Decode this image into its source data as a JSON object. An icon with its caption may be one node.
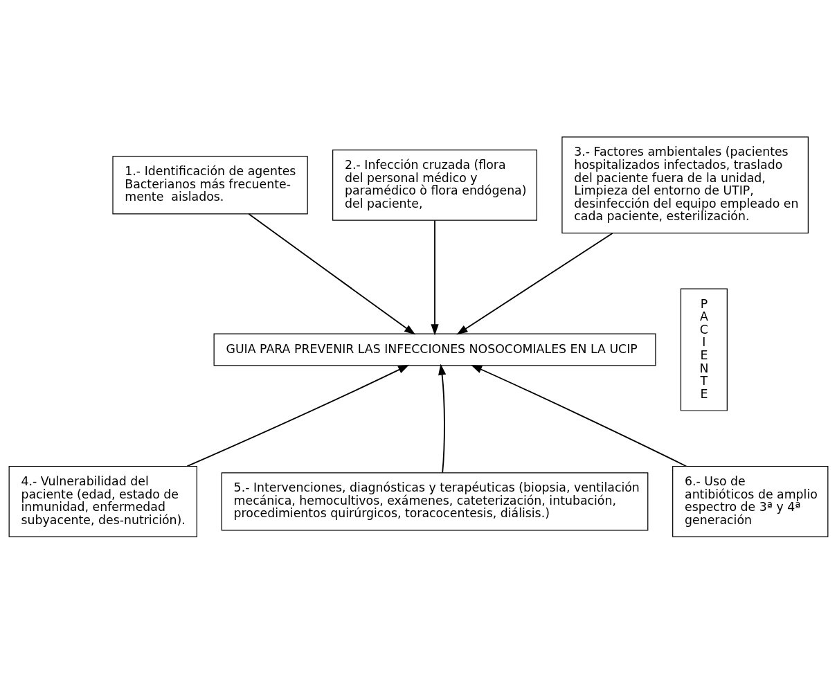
{
  "diagram": {
    "nodes": [
      {
        "text": [
          "1.- Identificación de agentes Bacterianos más frecuente-mente  aislados."
        ]
      },
      {
        "text": [
          "2.- Infección cruzada (flora del personal médico y paramédico ò flora endógena) del paciente,"
        ]
      },
      {
        "text": [
          "3.- Factores ambientales (pacientes hospitalizados infectados, traslado del paciente fuera de la unidad, Limpieza del entorno de UTIP, desinfección del equipo empleado en cada paciente, esterilización."
        ]
      },
      {
        "text": [
          "GUIA PARA PREVENIR LAS INFECCIONES NOSOCOMIALES EN LA UCIP"
        ]
      },
      {
        "text": [
          "4.- Vulnerabilidad del paciente (edad, estado de inmunidad, enfermedad subyacente, des-nutrición)."
        ]
      },
      {
        "text": [
          "5.- Intervenciones, diagnósticas y terapéuticas (biopsia, ventilación mecánica, hemocultivos, exámenes, cateterización, intubación, procedimientos quirúrgicos, toracocentesis, diálisis.)"
        ]
      },
      {
        "text": [
          "6.- Uso de antibióticos de amplio espectro de 3ª y 4ª generación"
        ]
      },
      {
        "text": [
          "PACIENTE"
        ]
      }
    ],
    "edges": [
      {
        "from": 1,
        "to": 3,
        "arrow": "to"
      },
      {
        "from": 0,
        "to": 3,
        "arrow": "to"
      },
      {
        "from": 2,
        "to": 3,
        "arrow": "to"
      },
      {
        "from": 4,
        "to": 3,
        "arrow": "to"
      },
      {
        "from": 5,
        "to": 3,
        "arrow": "to"
      },
      {
        "from": 6,
        "to": 3,
        "arrow": "to"
      }
    ]
  }
}
